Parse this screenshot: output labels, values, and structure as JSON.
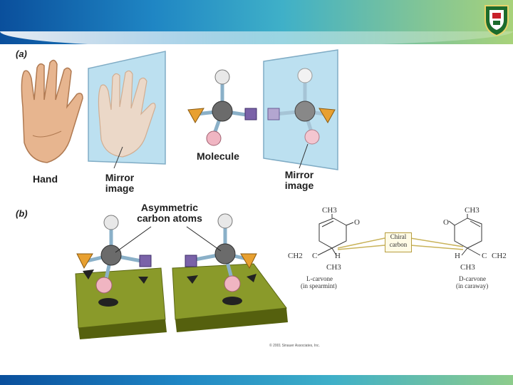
{
  "figure": {
    "panel_a_label": "(a)",
    "panel_b_label": "(b)",
    "hand_label": "Hand",
    "mirror_image_line1": "Mirror",
    "mirror_image_line2": "image",
    "molecule_label": "Molecule",
    "mirror_image2_line1": "Mirror",
    "mirror_image2_line2": "image",
    "asymmetric_line1": "Asymmetric",
    "asymmetric_line2": "carbon atoms",
    "copyright": "© 2001 Sinauer Associates, Inc."
  },
  "carvone": {
    "left_ch3_top": "CH3",
    "left_o": "O",
    "left_ch2": "CH2",
    "left_c": "C",
    "left_h": "H",
    "left_ch3_bottom": "CH3",
    "left_name": "L-carvone",
    "left_source": "(in spearmint)",
    "chiral_line1": "Chiral",
    "chiral_line2": "carbon",
    "right_ch3_top": "CH3",
    "right_o": "O",
    "right_h": "H",
    "right_c": "C",
    "right_ch2": "CH2",
    "right_ch3_bottom": "CH3",
    "right_name": "D-carvone",
    "right_source": "(in caraway)"
  },
  "colors": {
    "band_start": "#0a4f9c",
    "band_end": "#a8d27a",
    "platform": "#8a9a2a",
    "carbon": "#6b6b6b",
    "mirror": "#b9dff0"
  }
}
